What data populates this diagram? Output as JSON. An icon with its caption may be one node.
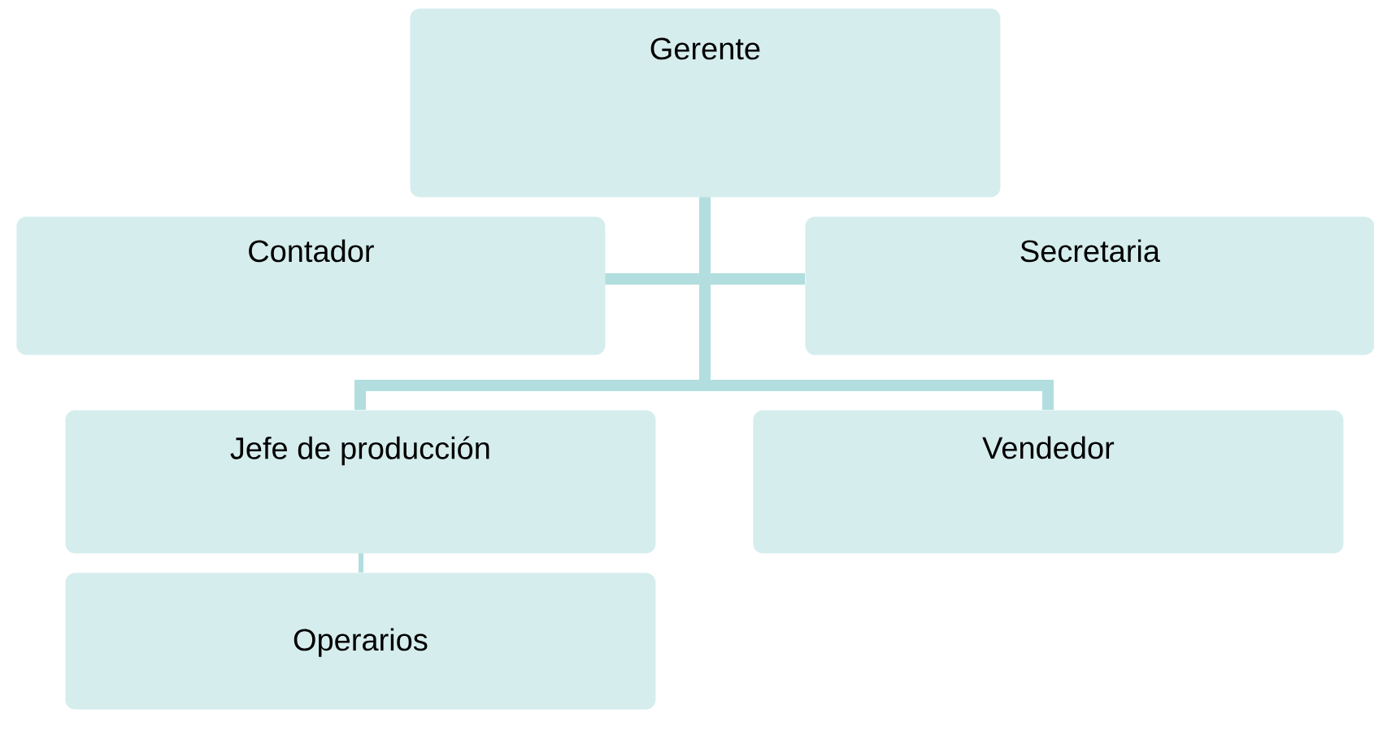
{
  "diagram": {
    "nodes": [
      {
        "text": [
          "Gerente"
        ]
      },
      {
        "text": [
          "Contador"
        ]
      },
      {
        "text": [
          "Secretaria"
        ]
      },
      {
        "text": [
          "Jefe de producción"
        ]
      },
      {
        "text": [
          "Vendedor"
        ]
      },
      {
        "text": [
          "Operarios"
        ]
      }
    ],
    "edges": [
      {
        "from": 0,
        "to": 1,
        "arrow": "none"
      },
      {
        "from": 0,
        "to": 2,
        "arrow": "none"
      },
      {
        "from": 0,
        "to": 3,
        "arrow": "none"
      },
      {
        "from": 0,
        "to": 4,
        "arrow": "none"
      },
      {
        "from": 3,
        "to": 5,
        "arrow": "none"
      }
    ]
  }
}
